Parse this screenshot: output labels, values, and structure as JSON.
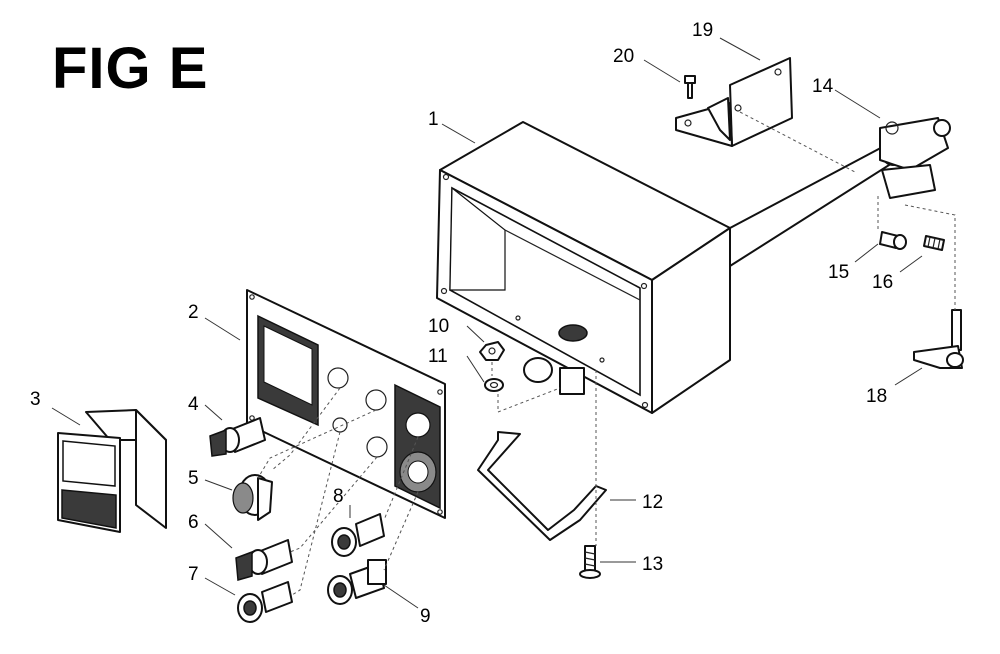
{
  "figure": {
    "title": "FIG E"
  },
  "callouts": [
    {
      "id": "1",
      "label": "1"
    },
    {
      "id": "2",
      "label": "2"
    },
    {
      "id": "3",
      "label": "3"
    },
    {
      "id": "4",
      "label": "4"
    },
    {
      "id": "5",
      "label": "5"
    },
    {
      "id": "6",
      "label": "6"
    },
    {
      "id": "7",
      "label": "7"
    },
    {
      "id": "8",
      "label": "8"
    },
    {
      "id": "9",
      "label": "9"
    },
    {
      "id": "10",
      "label": "10"
    },
    {
      "id": "11",
      "label": "11"
    },
    {
      "id": "12",
      "label": "12"
    },
    {
      "id": "13",
      "label": "13"
    },
    {
      "id": "14",
      "label": "14"
    },
    {
      "id": "15",
      "label": "15"
    },
    {
      "id": "16",
      "label": "16"
    },
    {
      "id": "18",
      "label": "18"
    },
    {
      "id": "19",
      "label": "19"
    },
    {
      "id": "20",
      "label": "20"
    }
  ]
}
